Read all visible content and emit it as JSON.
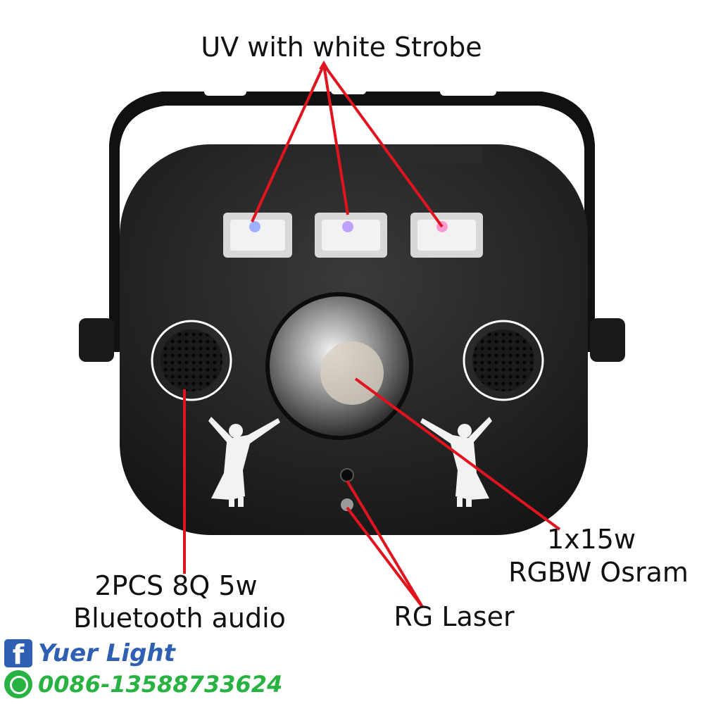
{
  "labels": {
    "uv_strobe": "UV with white Strobe",
    "osram_line1": "1x15w",
    "osram_line2": "RGBW Osram",
    "audio_line1": "2PCS 8Q 5w",
    "audio_line2": "Bluetooth audio",
    "laser": "RG Laser"
  },
  "brand": {
    "name": "Yuer Light",
    "phone": "0086-13588733624",
    "name_color": "#2f5fb3",
    "phone_color": "#27b241"
  },
  "colors": {
    "pointer": "#e0141e",
    "body": "#232323",
    "background": "#ffffff"
  }
}
